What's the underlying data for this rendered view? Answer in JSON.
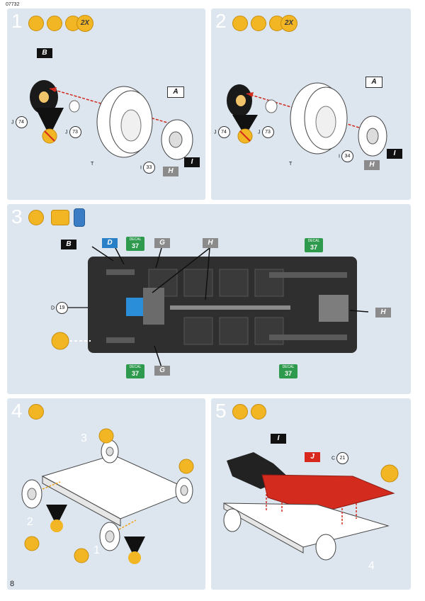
{
  "header": {
    "code": "07732"
  },
  "footer": {
    "page": "8"
  },
  "steps": [
    {
      "num": "1",
      "mult": "2X",
      "flags": {
        "b": "B",
        "a": "A",
        "i": "I",
        "h": "H"
      },
      "parts": [
        {
          "letter": "J",
          "num": "74"
        },
        {
          "letter": "J",
          "num": "73"
        },
        {
          "letter": "I",
          "num": "33"
        }
      ],
      "tire_label": "T"
    },
    {
      "num": "2",
      "mult": "2X",
      "flags": {
        "a": "A",
        "i": "I",
        "h": "H"
      },
      "parts": [
        {
          "letter": "J",
          "num": "74"
        },
        {
          "letter": "J",
          "num": "73"
        },
        {
          "letter": "I",
          "num": "34"
        }
      ],
      "tire_label": "T"
    },
    {
      "num": "3",
      "flags": {
        "b": "B",
        "d": "D",
        "g_top": "G",
        "h_top": "H",
        "h_right": "H",
        "g_bottom": "G"
      },
      "decals": [
        {
          "label": "DECAL",
          "num": "37"
        },
        {
          "label": "DECAL",
          "num": "37"
        },
        {
          "label": "DECAL",
          "num": "37"
        },
        {
          "label": "DECAL",
          "num": "37"
        }
      ],
      "parts": [
        {
          "letter": "D",
          "num": "19"
        }
      ]
    },
    {
      "num": "4",
      "labels": {
        "l3": "3",
        "l2": "2",
        "l1": "1"
      }
    },
    {
      "num": "5",
      "flags": {
        "i": "I",
        "j": "J"
      },
      "parts": [
        {
          "letter": "C",
          "num": "21"
        }
      ],
      "labels": {
        "l4": "4"
      }
    }
  ],
  "colors": {
    "panel": "#dde6ef",
    "accent": "#f2b523",
    "chassis": "#2f2f2f",
    "red_part": "#d42b1f",
    "decal": "#2e9a4d"
  }
}
